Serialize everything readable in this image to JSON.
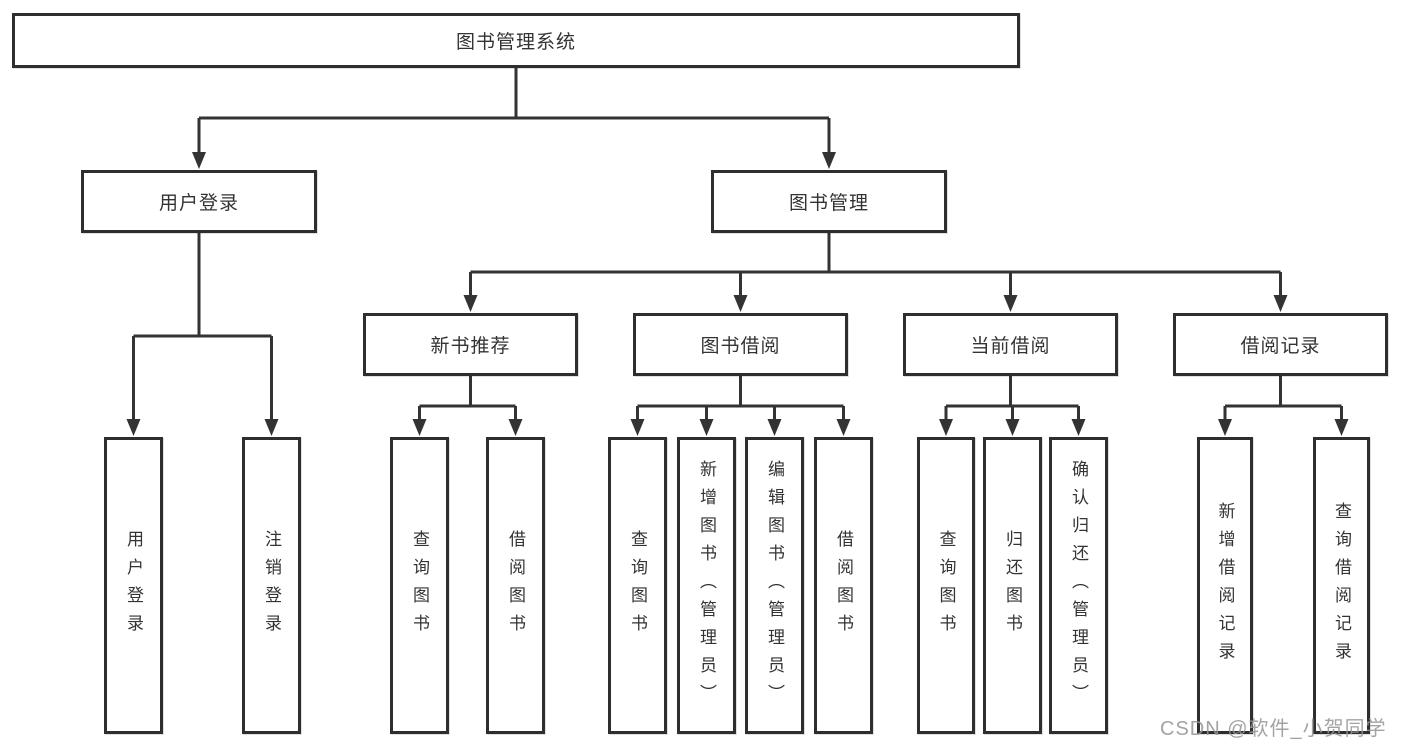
{
  "tree": {
    "label": "图书管理系统",
    "children": [
      {
        "label": "用户登录",
        "children": [
          {
            "label": "用户登录"
          },
          {
            "label": "注销登录"
          }
        ]
      },
      {
        "label": "图书管理",
        "children": [
          {
            "label": "新书推荐",
            "children": [
              {
                "label": "查询图书"
              },
              {
                "label": "借阅图书"
              }
            ]
          },
          {
            "label": "图书借阅",
            "children": [
              {
                "label": "查询图书"
              },
              {
                "label": "新增图书（管理员）"
              },
              {
                "label": "编辑图书（管理员）"
              },
              {
                "label": "借阅图书"
              }
            ]
          },
          {
            "label": "当前借阅",
            "children": [
              {
                "label": "查询图书"
              },
              {
                "label": "归还图书"
              },
              {
                "label": "确认归还（管理员）"
              }
            ]
          },
          {
            "label": "借阅记录",
            "children": [
              {
                "label": "新增借阅记录"
              },
              {
                "label": "查询借阅记录"
              }
            ]
          }
        ]
      }
    ]
  },
  "watermark": "CSDN @软件_小贺同学",
  "colors": {
    "line": "#333333",
    "box_border": "#2e2e2e",
    "box_background": "#ffffff",
    "text": "#333333",
    "watermark": "#969696"
  }
}
